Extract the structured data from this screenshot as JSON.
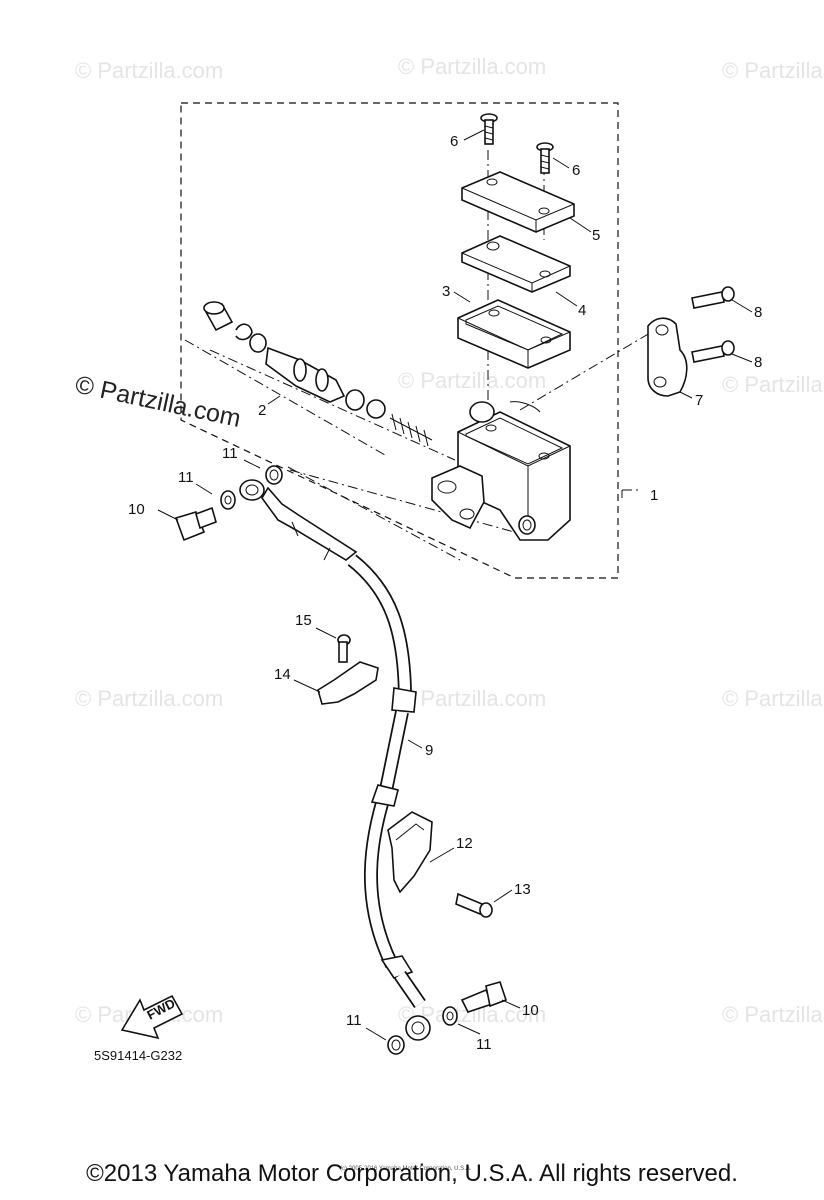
{
  "watermark": {
    "text": "© Partzilla.com",
    "prominent_text": "© Partzilla.com"
  },
  "callouts": {
    "c1": "1",
    "c2": "2",
    "c3": "3",
    "c4": "4",
    "c5": "5",
    "c6a": "6",
    "c6b": "6",
    "c7": "7",
    "c8a": "8",
    "c8b": "8",
    "c9": "9",
    "c10a": "10",
    "c10b": "10",
    "c11a": "11",
    "c11b": "11",
    "c11c": "11",
    "c11d": "11",
    "c12": "12",
    "c13": "13",
    "c14": "14",
    "c15": "15"
  },
  "fwd_label": "FWD",
  "diagram_code": "5S91414-G232",
  "small_print": "(c) 2005-2016 Yamaha Motor Corporation, U.S.A.",
  "copyright": "©2013 Yamaha Motor Corporation, U.S.A. All rights reserved."
}
